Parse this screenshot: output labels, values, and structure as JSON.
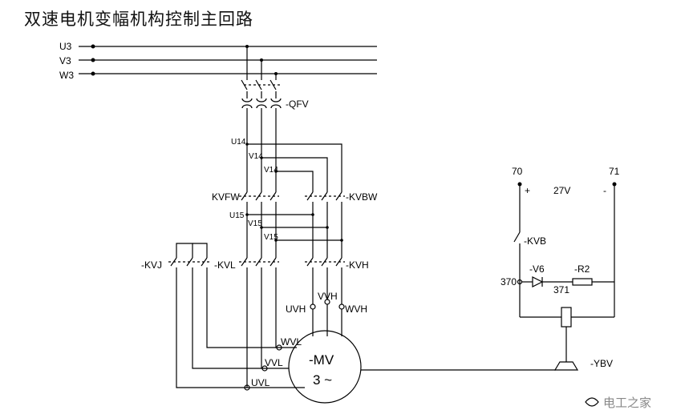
{
  "title": "双速电机变幅机构控制主回路",
  "buses": [
    "U3",
    "V3",
    "W3"
  ],
  "breaker": "-QFV",
  "nodes": {
    "u14": "U14",
    "v14a": "V14",
    "v14b": "V14",
    "u15": "U15",
    "v15a": "V15",
    "v15b": "V15"
  },
  "contactors": {
    "kvfw": "KVFW",
    "kvbw": "-KVBW",
    "kvl": "-KVL",
    "kvh": "-KVH",
    "kvj": "-KVJ",
    "kvb": "-KVB"
  },
  "motor": {
    "name": "-MV",
    "type": "3 ~",
    "terminals": {
      "uvh": "UVH",
      "vvh": "VVH",
      "wvh": "WVH",
      "wvl": "WVL",
      "vvl": "VVL",
      "uvl": "UVL"
    }
  },
  "control": {
    "node70": "70",
    "node71": "71",
    "plus": "+",
    "minus": "-",
    "voltage": "27V",
    "diode": "-V6",
    "resistor": "-R2",
    "node370": "370",
    "node371": "371",
    "brake": "-YBV"
  },
  "watermark": "电工之家"
}
